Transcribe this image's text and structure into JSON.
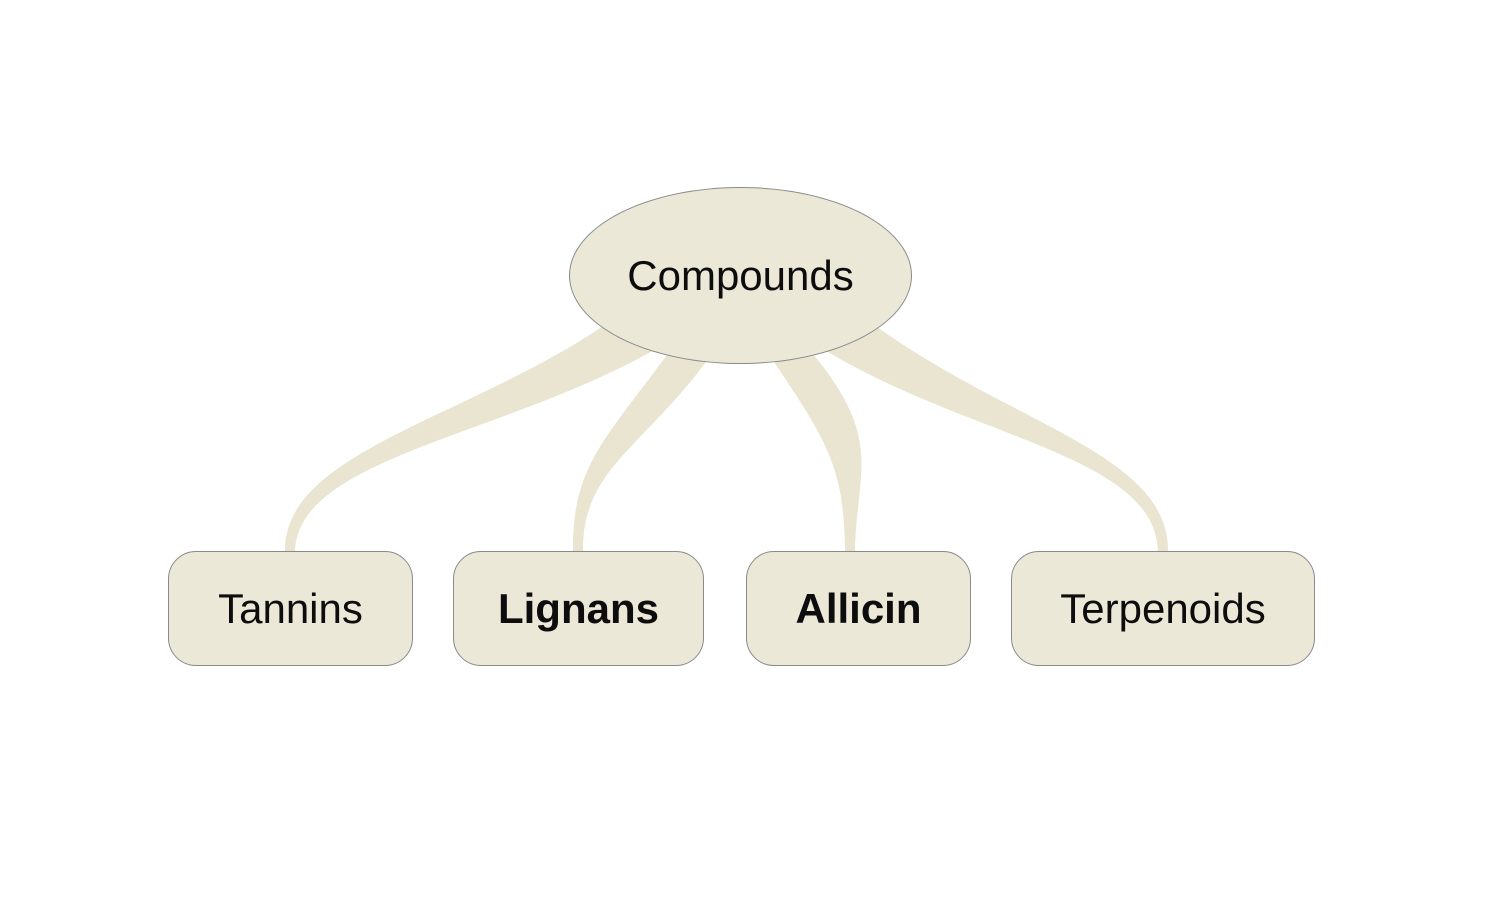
{
  "diagram": {
    "type": "mindmap",
    "root": {
      "id": "compounds",
      "label": "Compounds",
      "shape": "ellipse",
      "bold": false
    },
    "children": [
      {
        "id": "tannins",
        "label": "Tannins",
        "shape": "rounded-rect",
        "bold": false
      },
      {
        "id": "lignans",
        "label": "Lignans",
        "shape": "rounded-rect",
        "bold": true
      },
      {
        "id": "allicin",
        "label": "Allicin",
        "shape": "rounded-rect",
        "bold": true
      },
      {
        "id": "terpenoids",
        "label": "Terpenoids",
        "shape": "rounded-rect",
        "bold": false
      }
    ],
    "edges": [
      {
        "from": "compounds",
        "to": "tannins"
      },
      {
        "from": "compounds",
        "to": "lignans"
      },
      {
        "from": "compounds",
        "to": "allicin"
      },
      {
        "from": "compounds",
        "to": "terpenoids"
      }
    ],
    "colors": {
      "background": "#ffffff",
      "node_fill": "#ece8d8",
      "node_border": "#8a8a8a",
      "edge_fill": "#eae5d1",
      "text": "#0d0d0d"
    }
  }
}
